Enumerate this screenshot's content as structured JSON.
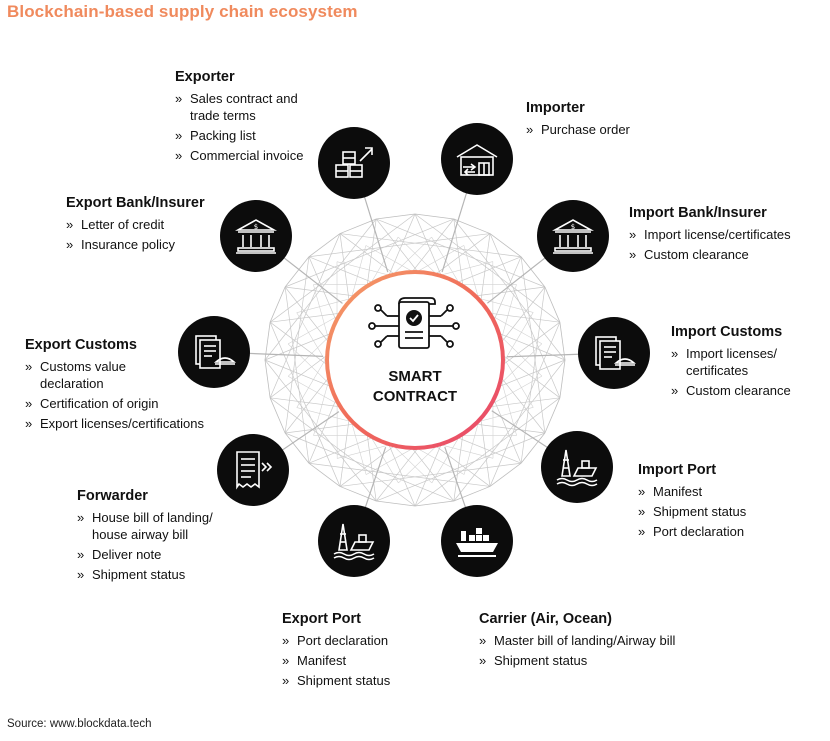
{
  "title": "Blockchain-based supply chain ecosystem",
  "source": "Source: www.blockdata.tech",
  "center": {
    "line1": "SMART",
    "line2": "CONTRACT",
    "icon": "smart-contract-icon"
  },
  "colors": {
    "title": "#f08a5d",
    "ring_start": "#f5a26a",
    "ring_end": "#e8456d",
    "node": "#0c0c0c"
  },
  "nodes": [
    {
      "id": "exporter",
      "heading": "Exporter",
      "icon": "boxes-arrow-icon",
      "items": [
        "Sales contract and trade terms",
        "Packing list",
        "Commercial invoice"
      ]
    },
    {
      "id": "importer",
      "heading": "Importer",
      "icon": "warehouse-icon",
      "items": [
        "Purchase order"
      ]
    },
    {
      "id": "import-bank",
      "heading": "Import Bank/Insurer",
      "icon": "bank-icon",
      "items": [
        "Import license/certificates",
        "Custom clearance"
      ]
    },
    {
      "id": "import-customs",
      "heading": "Import Customs",
      "icon": "customs-documents-icon",
      "items": [
        "Import licenses/ certificates",
        "Custom clearance"
      ]
    },
    {
      "id": "import-port",
      "heading": "Import Port",
      "icon": "port-ship-icon",
      "items": [
        "Manifest",
        "Shipment status",
        "Port declaration"
      ]
    },
    {
      "id": "carrier",
      "heading": "Carrier (Air, Ocean)",
      "icon": "cargo-ship-icon",
      "items": [
        "Master bill of landing/Airway bill",
        "Shipment status"
      ]
    },
    {
      "id": "export-port",
      "heading": "Export Port",
      "icon": "port-ship-icon",
      "items": [
        "Port declaration",
        "Manifest",
        "Shipment status"
      ]
    },
    {
      "id": "forwarder",
      "heading": "Forwarder",
      "icon": "invoice-forward-icon",
      "items": [
        "House bill of landing/ house airway bill",
        "Deliver note",
        "Shipment status"
      ]
    },
    {
      "id": "export-customs",
      "heading": "Export Customs",
      "icon": "customs-documents-icon",
      "items": [
        "Customs value declaration",
        "Certification of origin",
        "Export licenses/certifications"
      ]
    },
    {
      "id": "export-bank",
      "heading": "Export Bank/Insurer",
      "icon": "bank-icon",
      "items": [
        "Letter of credit",
        "Insurance policy"
      ]
    }
  ]
}
